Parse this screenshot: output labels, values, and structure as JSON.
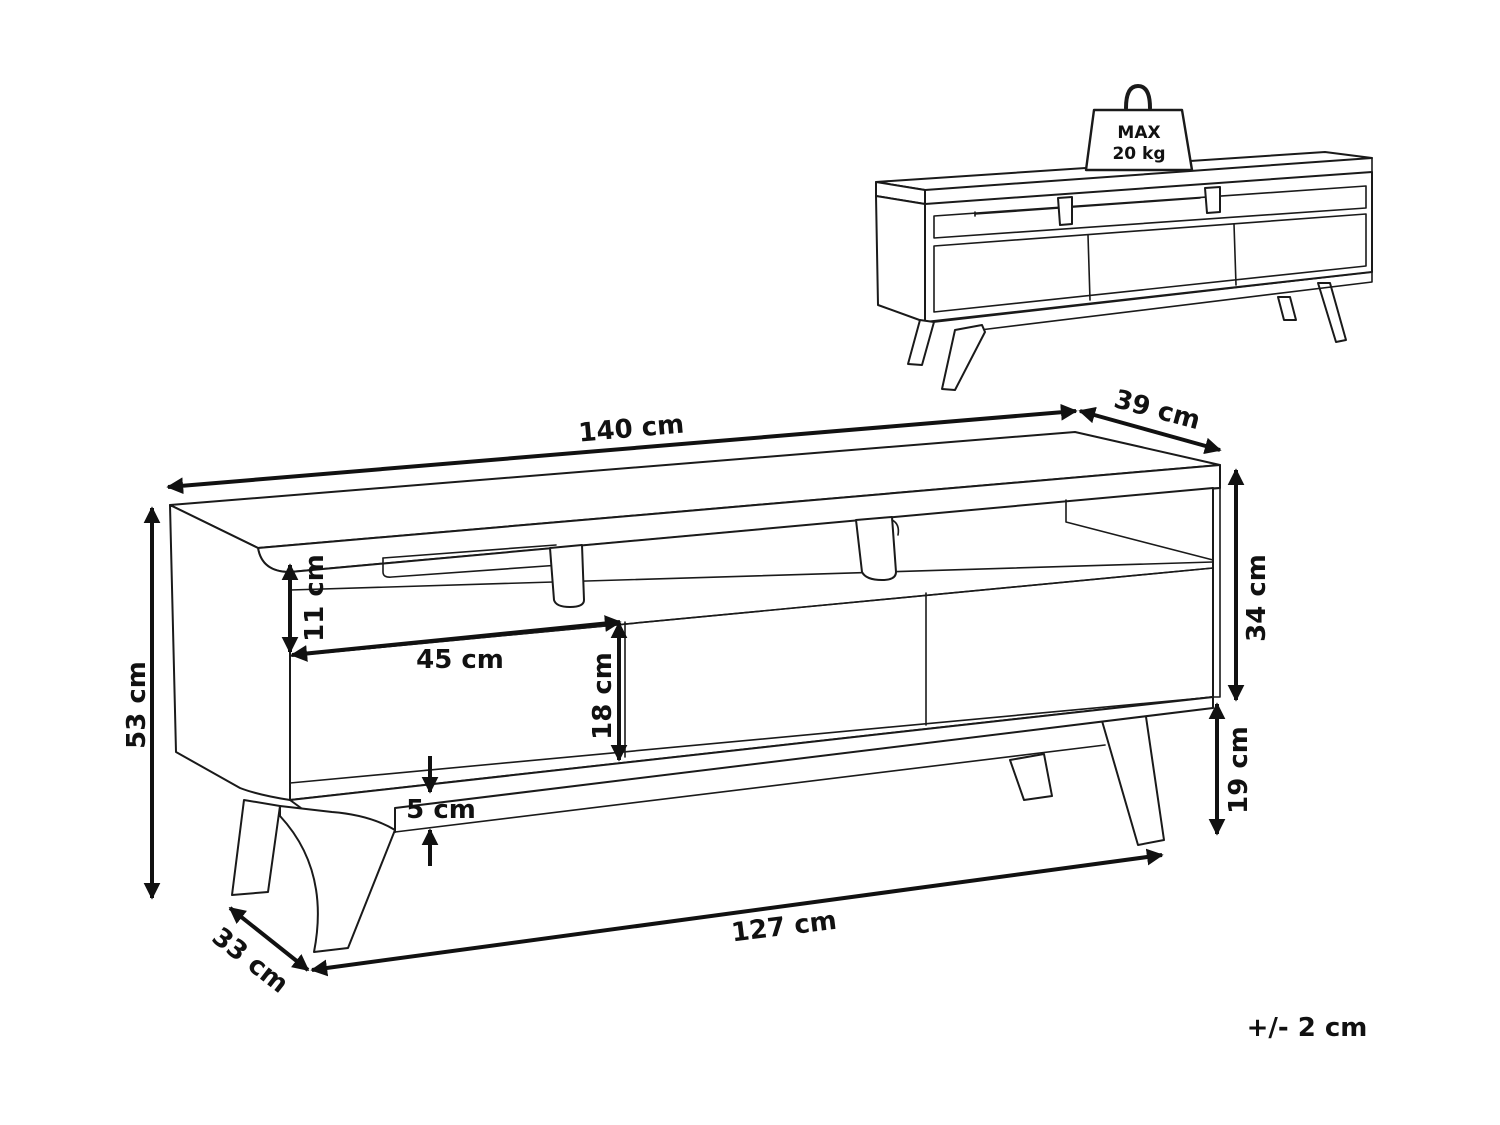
{
  "weight_label": {
    "line1": "MAX",
    "line2": "20 kg"
  },
  "dimensions": {
    "width": "140 cm",
    "depth": "39 cm",
    "height": "53 cm",
    "shelf_height": "11 cm",
    "drawer_width": "45 cm",
    "drawer_height": "18 cm",
    "body_height": "34 cm",
    "leg_height": "19 cm",
    "rail_height": "5 cm",
    "leg_span_width": "127 cm",
    "leg_span_depth": "33 cm"
  },
  "tolerance": "+/- 2 cm"
}
